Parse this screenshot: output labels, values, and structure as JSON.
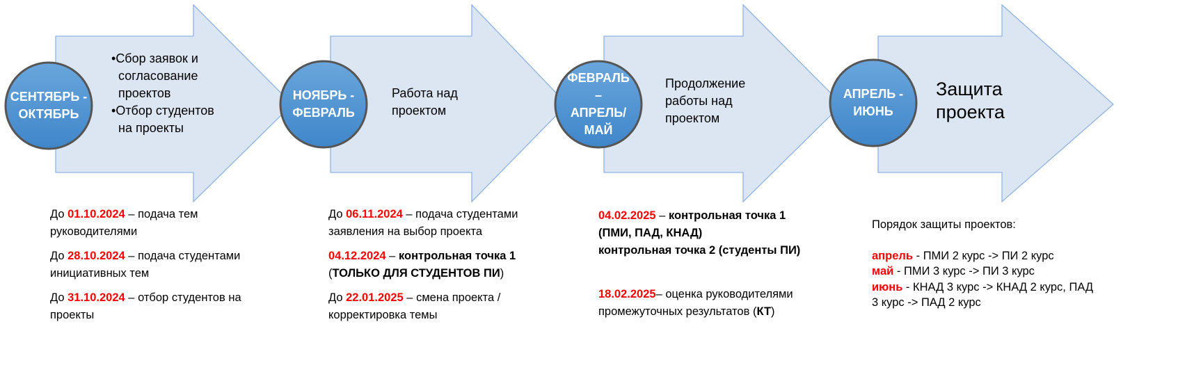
{
  "stages": [
    {
      "period": "СЕНТЯБРЬ - ОКТЯБРЬ",
      "bullets": [
        "Сбор заявок и согласование проектов",
        "Отбор студентов на проекты"
      ]
    },
    {
      "period": "НОЯБРЬ - ФЕВРАЛЬ",
      "text": "Работа над проектом"
    },
    {
      "period": "ФЕВРАЛЬ – АПРЕЛЬ/ МАЙ",
      "text": "Продолжение работы над проектом"
    },
    {
      "period": "АПРЕЛЬ - ИЮНЬ",
      "text": "Защита проекта"
    }
  ],
  "notes": {
    "col1": [
      {
        "pre": "До ",
        "date": "01.10.2024",
        "post": " – подача тем руководителями"
      },
      {
        "pre": "До ",
        "date": "28.10.2024",
        "post": " – подача студентами инициативных тем"
      },
      {
        "pre": "До ",
        "date": "31.10.2024",
        "post": " – отбор студентов на проекты"
      }
    ],
    "col2": [
      {
        "pre": "До ",
        "date": "06.11.2024",
        "post": " – подача студентами заявления на выбор проекта"
      },
      {
        "pre": "",
        "date": "04.12.2024",
        "post": " – ",
        "bold": "контрольная точка 1",
        "open": " (",
        "bold2": "ТОЛЬКО ДЛЯ СТУДЕНТОВ ПИ",
        "close": ")"
      },
      {
        "pre": "До ",
        "date": "22.01.2025",
        "post": " – смена проекта / корректировка темы"
      }
    ],
    "col3": [
      {
        "date": "04.02.2025",
        "post": " – ",
        "bold": "контрольная точка 1 (ПМИ, ПАД, КНАД)",
        "bold2": "контрольная точка 2 (студенты ПИ)"
      },
      {
        "date": "18.02.2025",
        "post": "– оценка руководителями промежуточных результатов (",
        "bold": "КТ",
        "close": ")"
      }
    ],
    "col4": {
      "title": "Порядок защиты проектов:",
      "items": [
        {
          "month": "апрель",
          "text": " - ПМИ 2 курс -> ПИ 2 курс"
        },
        {
          "month": "май",
          "text": " - ПМИ 3 курс -> ПИ 3 курс"
        },
        {
          "month": "июнь",
          "text": " - КНАД 3 курс -> КНАД 2 курс, ПАД 3 курс -> ПАД 2 курс"
        }
      ]
    }
  },
  "colors": {
    "arrow_fill": "#dce6f2",
    "arrow_stroke": "#8db3e2",
    "circle": "#4a90d0",
    "accent": "#ff0000"
  }
}
